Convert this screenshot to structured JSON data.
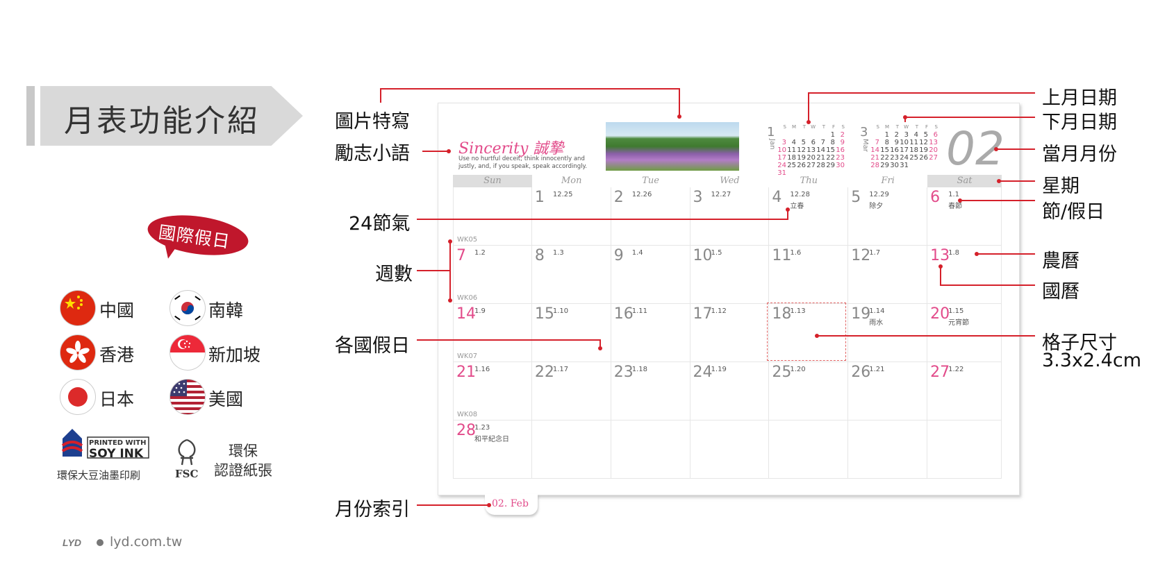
{
  "title": "月表功能介紹",
  "badge": "國際假日",
  "countries": [
    "中國",
    "南韓",
    "香港",
    "新加坡",
    "日本",
    "美國"
  ],
  "eco": {
    "soy_line1": "PRINTED WITH",
    "soy_line2": "SOY INK",
    "soy_caption": "環保大豆油墨印刷",
    "fsc_logo": "FSC",
    "fsc_line1": "環保",
    "fsc_line2": "認證紙張"
  },
  "brand": "lyd.com.tw",
  "callouts_left": [
    "圖片特寫",
    "勵志小語",
    "24節氣",
    "週數",
    "各國假日",
    "月份索引"
  ],
  "callouts_right": [
    "上月日期",
    "下月日期",
    "當月月份",
    "星期",
    "節/假日",
    "農曆",
    "國曆",
    "格子尺寸",
    "3.3x2.4cm"
  ],
  "calendar": {
    "motto_title": "Sincerity 誠摯",
    "motto_text": "Use no hurtful deceit; think innocently and justly, and, if you speak, speak accordingly.",
    "month": "02",
    "tab": "02. Feb",
    "prev": {
      "num": "1",
      "name": "Jan"
    },
    "next": {
      "num": "3",
      "name": "Mar"
    },
    "mini_head": [
      "S",
      "M",
      "T",
      "W",
      "T",
      "F",
      "S"
    ],
    "prev_rows": [
      [
        "",
        "",
        "",
        "",
        "",
        "1",
        "2"
      ],
      [
        "3",
        "4",
        "5",
        "6",
        "7",
        "8",
        "9"
      ],
      [
        "10",
        "11",
        "12",
        "13",
        "14",
        "15",
        "16"
      ],
      [
        "17",
        "18",
        "19",
        "20",
        "21",
        "22",
        "23"
      ],
      [
        "24",
        "25",
        "26",
        "27",
        "28",
        "29",
        "30"
      ],
      [
        "31",
        "",
        "",
        "",
        "",
        "",
        ""
      ]
    ],
    "next_rows": [
      [
        "",
        "",
        "1",
        "2",
        "3",
        "4",
        "5",
        "6"
      ],
      [
        "7",
        "8",
        "9",
        "10",
        "11",
        "12",
        "13"
      ],
      [
        "14",
        "15",
        "16",
        "17",
        "18",
        "19",
        "20"
      ],
      [
        "21",
        "22",
        "23",
        "24",
        "25",
        "26",
        "27"
      ],
      [
        "28",
        "29",
        "30",
        "31",
        "",
        "",
        ""
      ]
    ],
    "days": [
      "Sun",
      "Mon",
      "Tue",
      "Wed",
      "Thu",
      "Fri",
      "Sat"
    ],
    "weeks": [
      {
        "wk": "WK05",
        "cells": [
          [
            "",
            ""
          ],
          [
            "1",
            "12.25"
          ],
          [
            "2",
            "12.26"
          ],
          [
            "3",
            "12.27"
          ],
          [
            "4",
            "12.28",
            "立春"
          ],
          [
            "5",
            "12.29",
            "除夕"
          ],
          [
            "6",
            "1.1",
            "春節"
          ]
        ]
      },
      {
        "wk": "WK06",
        "cells": [
          [
            "7",
            "1.2"
          ],
          [
            "8",
            "1.3"
          ],
          [
            "9",
            "1.4"
          ],
          [
            "10",
            "1.5"
          ],
          [
            "11",
            "1.6"
          ],
          [
            "12",
            "1.7"
          ],
          [
            "13",
            "1.8"
          ]
        ]
      },
      {
        "wk": "WK07",
        "cells": [
          [
            "14",
            "1.9"
          ],
          [
            "15",
            "1.10"
          ],
          [
            "16",
            "1.11"
          ],
          [
            "17",
            "1.12"
          ],
          [
            "18",
            "1.13"
          ],
          [
            "19",
            "1.14",
            "雨水"
          ],
          [
            "20",
            "1.15",
            "元宵節"
          ]
        ]
      },
      {
        "wk": "WK08",
        "cells": [
          [
            "21",
            "1.16"
          ],
          [
            "22",
            "1.17"
          ],
          [
            "23",
            "1.18"
          ],
          [
            "24",
            "1.19"
          ],
          [
            "25",
            "1.20"
          ],
          [
            "26",
            "1.21"
          ],
          [
            "27",
            "1.22"
          ]
        ]
      },
      {
        "wk": "",
        "cells": [
          [
            "28",
            "1.23",
            "和平紀念日"
          ],
          [
            "",
            ""
          ],
          [
            "",
            ""
          ],
          [
            "",
            ""
          ],
          [
            "",
            ""
          ],
          [
            "",
            ""
          ],
          [
            "",
            ""
          ]
        ]
      }
    ]
  },
  "colors": {
    "accent": "#d5202a",
    "pink": "#e24b8a"
  }
}
